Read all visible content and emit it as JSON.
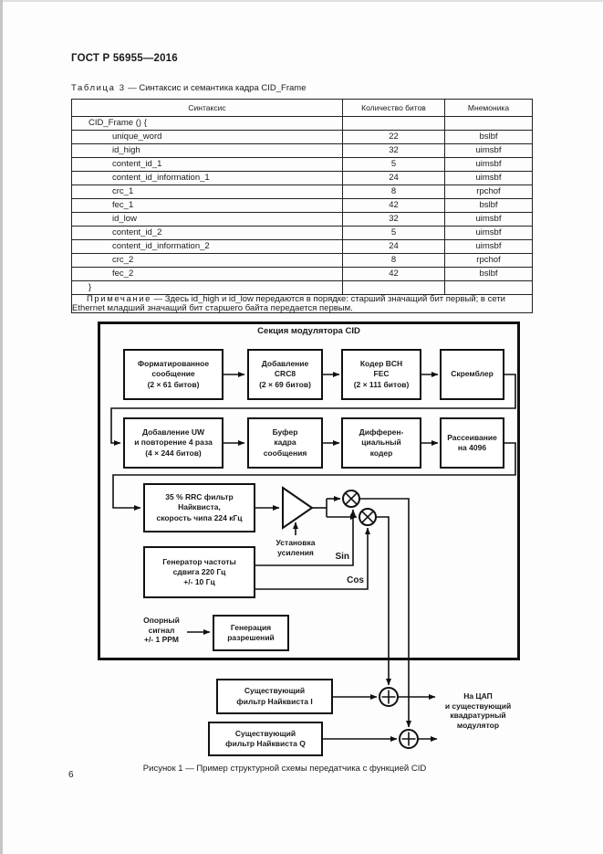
{
  "page": {
    "header": "ГОСТ Р 56955—2016",
    "page_number": "6",
    "figure_caption": "Рисунок 1 — Пример структурной схемы передатчика с функцией CID",
    "ink_color": "#1a1a1a"
  },
  "table": {
    "title_label": "Таблица 3",
    "title_rest": "— Синтаксис и семантика кадра CID_Frame",
    "columns": [
      "Синтаксис",
      "Количество битов",
      "Мнемоника"
    ],
    "rows": [
      {
        "syntax": "CID_Frame () {",
        "bits": "",
        "mnemonic": ""
      },
      {
        "syntax": "unique_word",
        "bits": "22",
        "mnemonic": "bslbf"
      },
      {
        "syntax": "id_high",
        "bits": "32",
        "mnemonic": "uimsbf"
      },
      {
        "syntax": "content_id_1",
        "bits": "5",
        "mnemonic": "uimsbf"
      },
      {
        "syntax": "content_id_information_1",
        "bits": "24",
        "mnemonic": "uimsbf"
      },
      {
        "syntax": "crc_1",
        "bits": "8",
        "mnemonic": "rpchof"
      },
      {
        "syntax": "fec_1",
        "bits": "42",
        "mnemonic": "bslbf"
      },
      {
        "syntax": "id_low",
        "bits": "32",
        "mnemonic": "uimsbf"
      },
      {
        "syntax": "content_id_2",
        "bits": "5",
        "mnemonic": "uimsbf"
      },
      {
        "syntax": "content_id_information_2",
        "bits": "24",
        "mnemonic": "uimsbf"
      },
      {
        "syntax": "crc_2",
        "bits": "8",
        "mnemonic": "rpchof"
      },
      {
        "syntax": "fec_2",
        "bits": "42",
        "mnemonic": "bslbf"
      },
      {
        "syntax": "}",
        "bits": "",
        "mnemonic": ""
      }
    ],
    "note_label": "Примечание",
    "note_text": "— Здесь id_high и id_low передаются в порядке: старший значащий бит первый; в сети Ethernet младший значащий бит старшего байта передается первым."
  },
  "diagram": {
    "section_title": "Секция модулятора CID",
    "boxes": {
      "format_msg": "Форматированное\nсообщение\n(2 × 61 битов)",
      "crc": "Добавление\nCRC8\n(2 × 69 битов)",
      "bch": "Кодер BCH\nFEC\n(2 × 111 битов)",
      "scrambler": "Скремблер",
      "uw": "Добавление UW\nи повторение 4 раза\n(4 × 244 битов)",
      "buffer": "Буфер\nкадра\nсообщения",
      "diff": "Дифферен-\nциальный\nкодер",
      "spread": "Рассеивание\nна 4096",
      "rrc": "35 % RRC фильтр\nНайквиста,\nскорость чипа 224 кГц",
      "gen": "Генератор частоты\nсдвига 220 Гц\n+/- 10 Гц",
      "enable": "Генерация\nразрешений",
      "filter_i": "Существующий\nфильтр Найквиста I",
      "filter_q": "Существующий\nфильтр Найквиста Q"
    },
    "labels": {
      "gain": "Установка\nусиления",
      "sin": "Sin",
      "cos": "Cos",
      "reference": "Опорный\nсигнал\n+/- 1 PPM",
      "output": "На ЦАП\nи существующий\nквадратурный\nмодулятор"
    }
  }
}
